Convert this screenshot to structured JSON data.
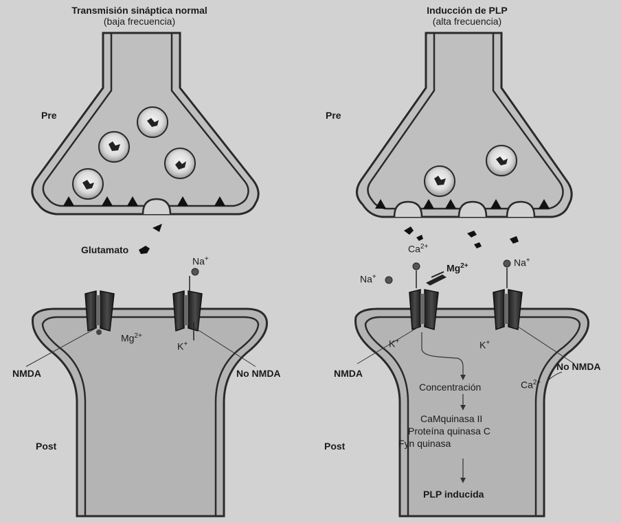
{
  "left_panel": {
    "title": "Transmisión sináptica normal",
    "subtitle": "(baja frecuencia)",
    "pre_label": "Pre",
    "post_label": "Post",
    "glutamate_label": "Glutamato",
    "na_label": "Na",
    "na_sup": "+",
    "mg_label": "Mg",
    "mg_sup": "2+",
    "k_label": "K",
    "k_sup": "+",
    "nmda_label": "NMDA",
    "non_nmda_label": "No NMDA"
  },
  "right_panel": {
    "title": "Inducción de PLP",
    "subtitle": "(alta frecuencia)",
    "pre_label": "Pre",
    "post_label": "Post",
    "ca_label": "Ca",
    "ca_sup": "2+",
    "na_left_label": "Na",
    "na_left_sup": "+",
    "mg_label": "Mg",
    "mg_sup": "2+",
    "na_right_label": "Na",
    "na_right_sup": "+",
    "k_left_label": "K",
    "k_left_sup": "+",
    "k_right_label": "K",
    "k_right_sup": "+",
    "nmda_label": "NMDA",
    "non_nmda_label": "No NMDA",
    "ca_post_label": "Ca",
    "ca_post_sup": "2+",
    "cascade": {
      "step1": "Concentración",
      "step2a": "CaMquinasa II",
      "step2b": "Proteína quinasa C",
      "step2c": "Fyn quinasa",
      "result": "PLP inducida"
    }
  }
}
